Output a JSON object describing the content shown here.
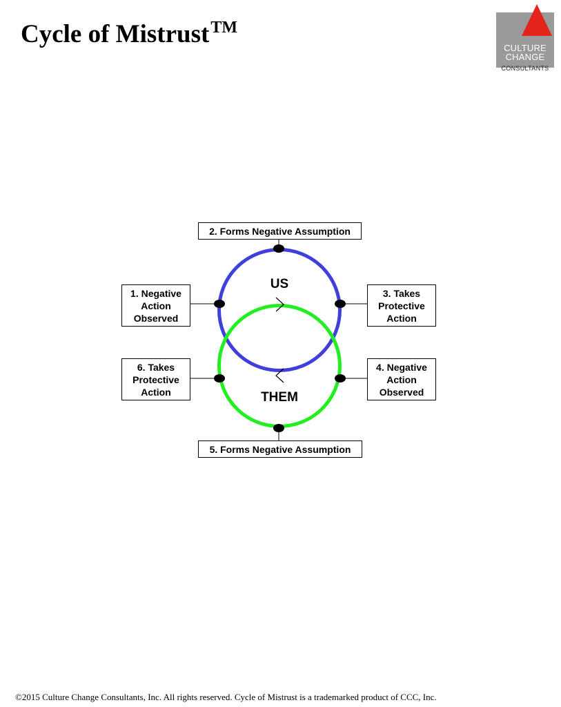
{
  "header": {
    "title": "Cycle of Mistrust",
    "trademark": "TM"
  },
  "logo": {
    "line1": "CULTURE",
    "line2": "CHANGE",
    "line3": "CONSULTANTS",
    "box_color": "#9a9a9a",
    "triangle_color": "#e3241b"
  },
  "diagram": {
    "us_label": "US",
    "them_label": "THEM",
    "us_color": "#3f3fd9",
    "them_color": "#22ee22",
    "steps": [
      {
        "id": 1,
        "lines": [
          "1.  Negative",
          "Action",
          "Observed"
        ]
      },
      {
        "id": 2,
        "lines": [
          "2. Forms Negative Assumption"
        ]
      },
      {
        "id": 3,
        "lines": [
          "3.  Takes",
          "Protective",
          "Action"
        ]
      },
      {
        "id": 4,
        "lines": [
          "4.  Negative",
          "Action",
          "Observed"
        ]
      },
      {
        "id": 5,
        "lines": [
          "5.  Forms Negative Assumption"
        ]
      },
      {
        "id": 6,
        "lines": [
          "6.  Takes",
          "Protective",
          "Action"
        ]
      }
    ]
  },
  "footer": {
    "text": "©2015 Culture Change Consultants, Inc. All rights reserved. Cycle of Mistrust is a trademarked product of CCC, Inc."
  }
}
